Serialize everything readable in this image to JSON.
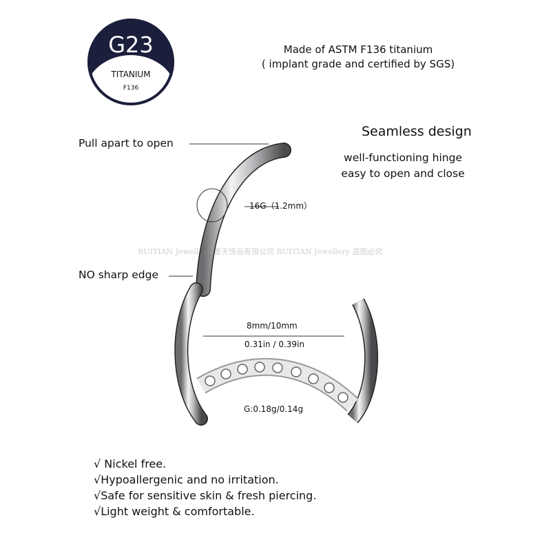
{
  "badge": {
    "grade": "G23",
    "material": "TITANIUM",
    "standard": "F136"
  },
  "material_info": {
    "line1": "Made of ASTM F136 titanium",
    "line2": "( implant grade and certified by SGS)"
  },
  "design": {
    "title": "Seamless design",
    "line1": "well-functioning hinge",
    "line2": "easy to open and close"
  },
  "callouts": {
    "pull": "Pull apart to open",
    "gauge": "16G（1.2mm）",
    "edge": "NO sharp edge"
  },
  "dimensions": {
    "mm": "8mm/10mm",
    "inch": "0.31in / 0.39in",
    "weight": "G:0.18g/0.14g"
  },
  "watermark": "RUITIAN Jewellery 睿天饰品有限公司 RUITIAN Jewellery 盗图必究",
  "features": [
    "√ Nickel free.",
    "√Hypoallergenic and no irritation.",
    "√Safe for sensitive skin & fresh piercing.",
    "√Light weight & comfortable."
  ],
  "colors": {
    "badge": "#1b1f3b",
    "metal": "#c9c9cc"
  }
}
